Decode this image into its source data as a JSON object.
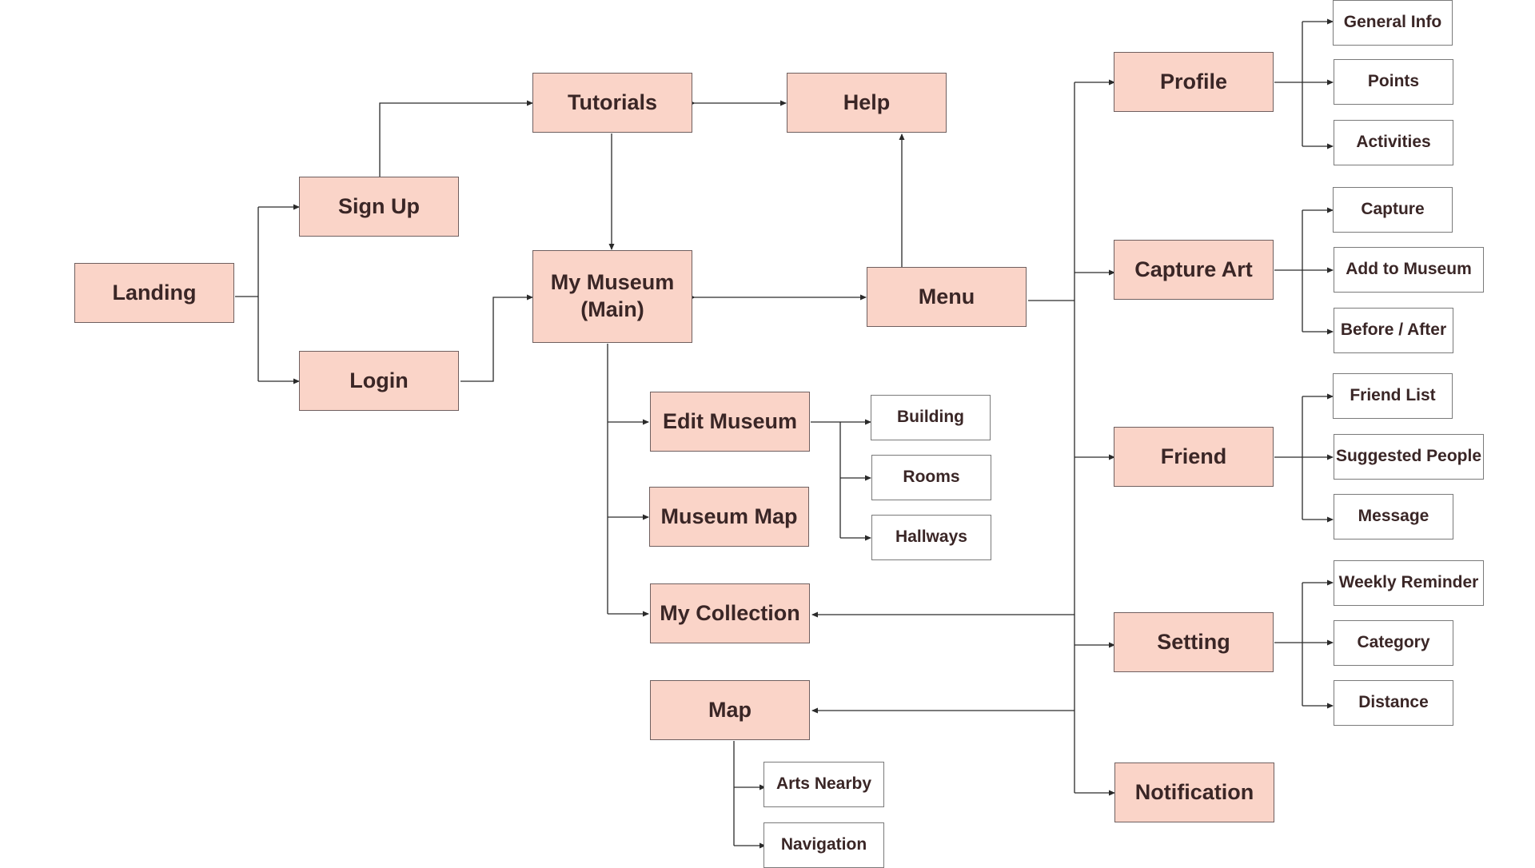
{
  "nodes": {
    "landing": "Landing",
    "sign_up": "Sign Up",
    "login": "Login",
    "tutorials": "Tutorials",
    "help": "Help",
    "my_museum_line1": "My Museum",
    "my_museum_line2": "(Main)",
    "menu": "Menu",
    "edit_museum": "Edit Museum",
    "building": "Building",
    "rooms": "Rooms",
    "hallways": "Hallways",
    "museum_map": "Museum Map",
    "my_collection": "My Collection",
    "map": "Map",
    "arts_nearby": "Arts Nearby",
    "navigation": "Navigation",
    "profile": "Profile",
    "general_info": "General Info",
    "points": "Points",
    "activities": "Activities",
    "capture_art": "Capture Art",
    "capture": "Capture",
    "add_to_museum": "Add to Museum",
    "before_after": "Before / After",
    "friend": "Friend",
    "friend_list": "Friend List",
    "suggested_people": "Suggested People",
    "message": "Message",
    "setting": "Setting",
    "weekly_reminder": "Weekly Reminder",
    "category": "Category",
    "distance": "Distance",
    "notification": "Notification"
  },
  "colors": {
    "main_fill": "#fad4c8",
    "sub_fill": "#ffffff",
    "text": "#3a2626",
    "connector": "#2a2a2a"
  }
}
